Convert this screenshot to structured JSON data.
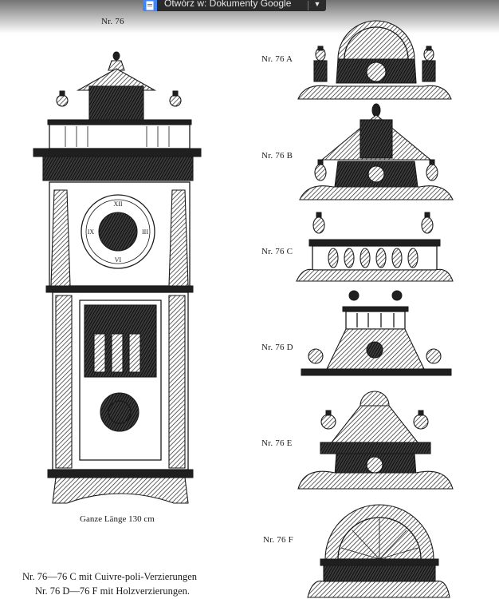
{
  "toolbar": {
    "open_in_docs_label": "Otwórz w: Dokumenty Google",
    "icons": [
      "google-docs-icon",
      "chevron-down-icon"
    ]
  },
  "page": {
    "header_label": "Nr. 76",
    "clock_caption": "Ganze Länge 130 cm",
    "crest_labels": [
      "Nr. 76 A",
      "Nr. 76 B",
      "Nr. 76 C",
      "Nr. 76 D",
      "Nr. 76 E",
      "Nr. 76 F"
    ],
    "footer_line1": "Nr. 76—76 C mit Cuivre-poli-Verzierungen",
    "footer_line2": "Nr. 76 D—76 F mit Holzverzierungen."
  }
}
